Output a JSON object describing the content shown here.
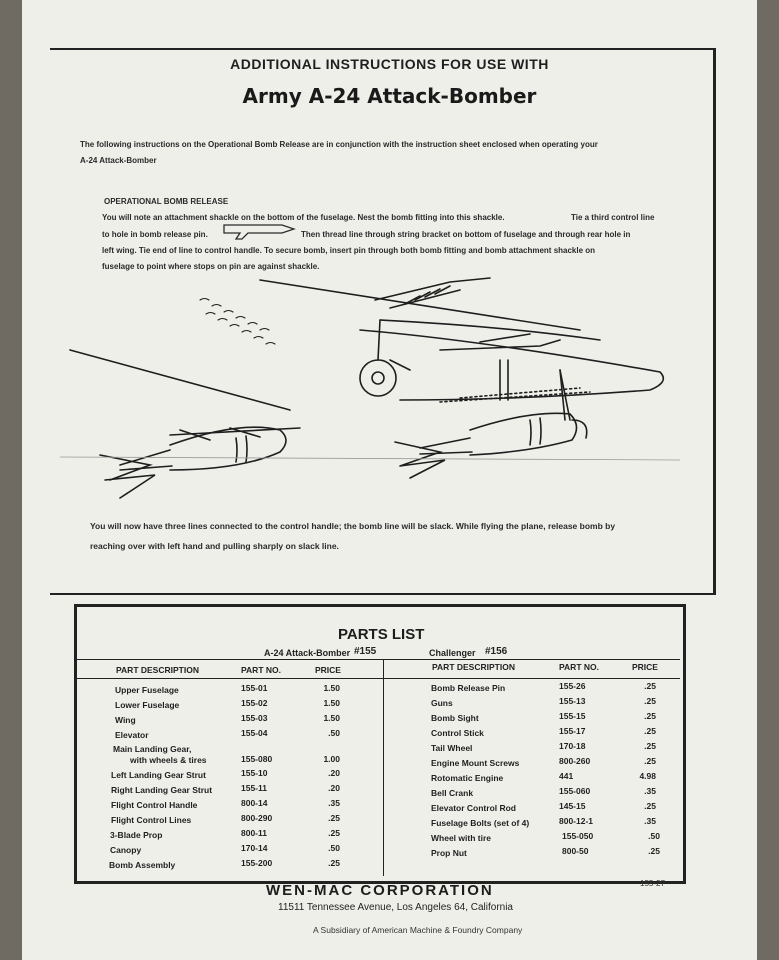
{
  "header": {
    "line1": "ADDITIONAL INSTRUCTIONS FOR USE WITH",
    "title": "Army A-24 Attack-Bomber"
  },
  "intro": {
    "line1": "The following instructions on the Operational Bomb Release  are  in conjunction with the instruction sheet enclosed when operating  your",
    "line2": "A-24 Attack-Bomber"
  },
  "release": {
    "heading": "OPERATIONAL BOMB RELEASE",
    "line1a": "You will note an attachment shackle on the bottom of the fuselage.   Nest the bomb fitting into this shackle.",
    "line1b": "Tie a third control line",
    "line2a": "to hole in bomb release pin.",
    "line2b": "Then thread  line through string bracket on bottom of fuselage and through rear  hole in",
    "line3": "left  wing. Tie end of line to control handle.      To secure bomb, insert pin through both bomb fitting and bomb attachment shackle on",
    "line4": "fuselage to point where stops on pin are against shackle."
  },
  "closing": {
    "line1": "You will now have three lines connected to the control handle; the bomb line will be slack.    While flying the plane, release bomb by",
    "line2": "reaching over with left hand and pulling sharply on slack line."
  },
  "parts": {
    "title": "PARTS LIST",
    "model_left": "A-24 Attack-Bomber",
    "model_left_no": "#155",
    "model_right": "Challenger",
    "model_right_no": "#156",
    "col_desc": "PART DESCRIPTION",
    "col_no": "PART NO.",
    "col_price": "PRICE",
    "left": [
      {
        "desc": "Upper Fuselage",
        "no": "155-01",
        "price": "1.50"
      },
      {
        "desc": "Lower Fuselage",
        "no": "155-02",
        "price": "1.50"
      },
      {
        "desc": "Wing",
        "no": "155-03",
        "price": "1.50"
      },
      {
        "desc": "Elevator",
        "no": "155-04",
        "price": ".50"
      },
      {
        "desc": "Main Landing Gear,",
        "desc2": "with wheels & tires",
        "no": "155-080",
        "price": "1.00"
      },
      {
        "desc": "Left Landing Gear Strut",
        "no": "155-10",
        "price": ".20"
      },
      {
        "desc": "Right Landing Gear Strut",
        "no": "155-11",
        "price": ".20"
      },
      {
        "desc": "Flight Control Handle",
        "no": "800-14",
        "price": ".35"
      },
      {
        "desc": "Flight Control Lines",
        "no": "800-290",
        "price": ".25"
      },
      {
        "desc": "3-Blade Prop",
        "no": "800-11",
        "price": ".25"
      },
      {
        "desc": "Canopy",
        "no": "170-14",
        "price": ".50"
      },
      {
        "desc": "Bomb Assembly",
        "no": "155-200",
        "price": ".25"
      }
    ],
    "right": [
      {
        "desc": "Bomb Release Pin",
        "no": "155-26",
        "price": ".25"
      },
      {
        "desc": "Guns",
        "no": "155-13",
        "price": ".25"
      },
      {
        "desc": "Bomb Sight",
        "no": "155-15",
        "price": ".25"
      },
      {
        "desc": "Control Stick",
        "no": "155-17",
        "price": ".25"
      },
      {
        "desc": "Tail Wheel",
        "no": "170-18",
        "price": ".25"
      },
      {
        "desc": "Engine Mount Screws",
        "no": "800-260",
        "price": ".25"
      },
      {
        "desc": "Rotomatic Engine",
        "no": "441",
        "price": "4.98"
      },
      {
        "desc": "Bell Crank",
        "no": "155-060",
        "price": ".35"
      },
      {
        "desc": "Elevator Control Rod",
        "no": "145-15",
        "price": ".25"
      },
      {
        "desc": "Fuselage Bolts (set of 4)",
        "no": "800-12-1",
        "price": ".35"
      },
      {
        "desc": "Wheel with tire",
        "no": "155-050",
        "price": ".50"
      },
      {
        "desc": "Prop Nut",
        "no": "800-50",
        "price": ".25"
      }
    ]
  },
  "footer": {
    "company": "WEN-MAC CORPORATION",
    "address": "11511 Tennessee Avenue, Los Angeles 64, California",
    "subsidiary": "A Subsidiary of American Machine & Foundry Company",
    "code": "155-27"
  }
}
